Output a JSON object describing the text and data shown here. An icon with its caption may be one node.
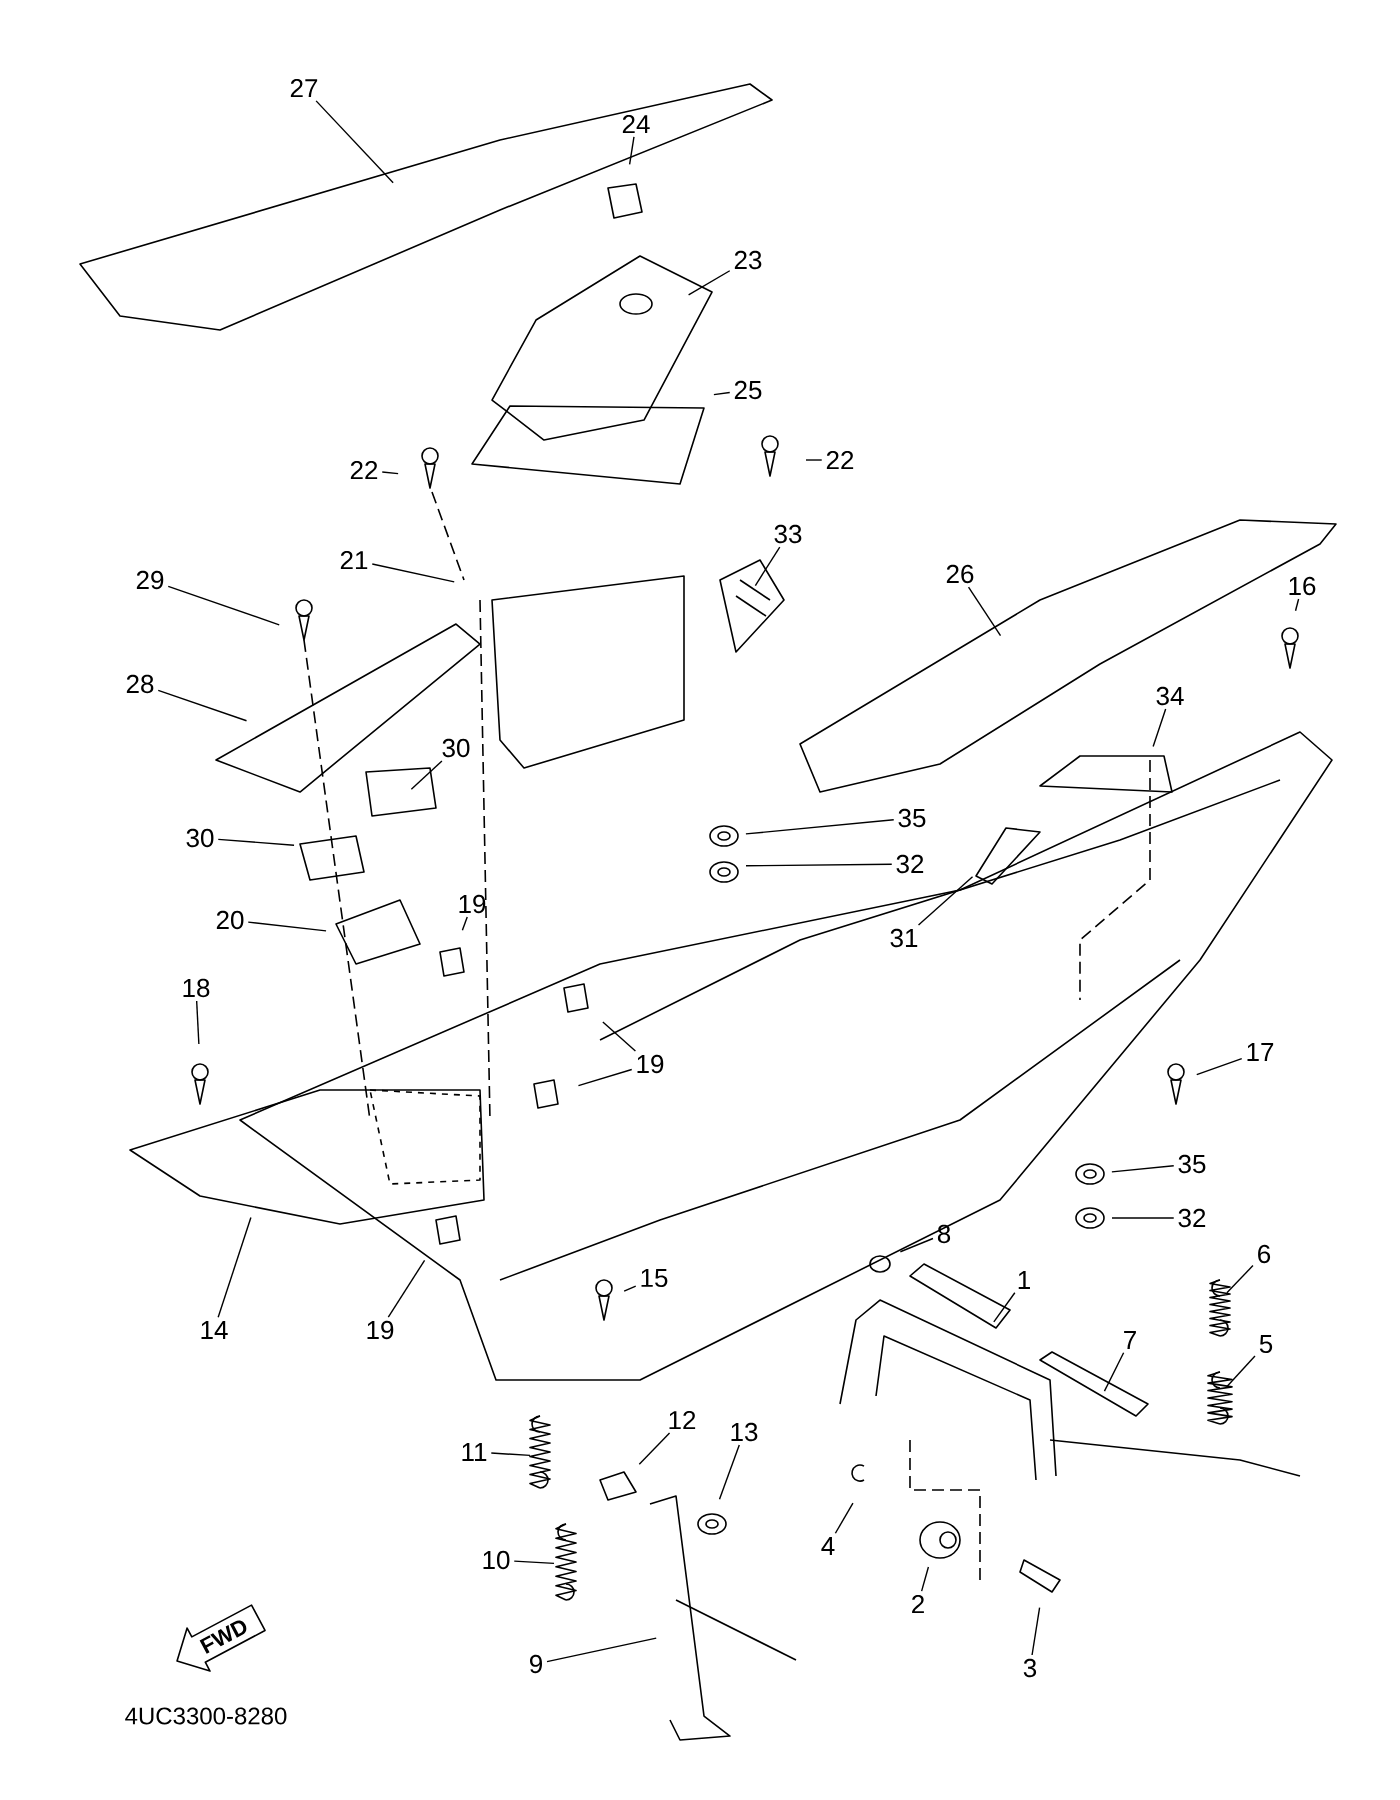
{
  "diagram": {
    "nodes": [
      {
        "text": [
          "27"
        ]
      },
      {
        "text": [
          "24"
        ]
      },
      {
        "text": [
          "23"
        ]
      },
      {
        "text": [
          "25"
        ]
      },
      {
        "text": [
          "22"
        ]
      },
      {
        "text": [
          "22"
        ]
      },
      {
        "text": [
          "21"
        ]
      },
      {
        "text": [
          "33"
        ]
      },
      {
        "text": [
          "26"
        ]
      },
      {
        "text": [
          "16"
        ]
      },
      {
        "text": [
          "29"
        ]
      },
      {
        "text": [
          "28"
        ]
      },
      {
        "text": [
          "30"
        ]
      },
      {
        "text": [
          "30"
        ]
      },
      {
        "text": [
          "35"
        ]
      },
      {
        "text": [
          "32"
        ]
      },
      {
        "text": [
          "34"
        ]
      },
      {
        "text": [
          "31"
        ]
      },
      {
        "text": [
          "20"
        ]
      },
      {
        "text": [
          "19"
        ]
      },
      {
        "text": [
          "18"
        ]
      },
      {
        "text": [
          "19"
        ]
      },
      {
        "text": [
          "17"
        ]
      },
      {
        "text": [
          "14"
        ]
      },
      {
        "text": [
          "19"
        ]
      },
      {
        "text": [
          "15"
        ]
      },
      {
        "text": [
          "8"
        ]
      },
      {
        "text": [
          "1"
        ]
      },
      {
        "text": [
          "6"
        ]
      },
      {
        "text": [
          "7"
        ]
      },
      {
        "text": [
          "5"
        ]
      },
      {
        "text": [
          "35"
        ]
      },
      {
        "text": [
          "32"
        ]
      },
      {
        "text": [
          "11"
        ]
      },
      {
        "text": [
          "12"
        ]
      },
      {
        "text": [
          "13"
        ]
      },
      {
        "text": [
          "10"
        ]
      },
      {
        "text": [
          "9"
        ]
      },
      {
        "text": [
          "4"
        ]
      },
      {
        "text": [
          "2"
        ]
      },
      {
        "text": [
          "3"
        ]
      },
      {
        "text": [
          "FWD"
        ]
      }
    ],
    "edges": [
      {
        "from": 0,
        "to": null,
        "arrow": "none"
      },
      {
        "from": 1,
        "to": null,
        "arrow": "none"
      },
      {
        "from": 2,
        "to": null,
        "arrow": "none"
      },
      {
        "from": 3,
        "to": null,
        "arrow": "none"
      },
      {
        "from": 4,
        "to": null,
        "arrow": "none"
      },
      {
        "from": 5,
        "to": null,
        "arrow": "none"
      },
      {
        "from": 6,
        "to": null,
        "arrow": "none"
      },
      {
        "from": 7,
        "to": null,
        "arrow": "none"
      },
      {
        "from": 8,
        "to": null,
        "arrow": "none"
      },
      {
        "from": 9,
        "to": null,
        "arrow": "none"
      },
      {
        "from": 10,
        "to": null,
        "arrow": "none"
      },
      {
        "from": 11,
        "to": null,
        "arrow": "none"
      },
      {
        "from": 12,
        "to": null,
        "arrow": "none"
      },
      {
        "from": 13,
        "to": null,
        "arrow": "none"
      },
      {
        "from": 14,
        "to": null,
        "arrow": "none"
      },
      {
        "from": 15,
        "to": null,
        "arrow": "none"
      },
      {
        "from": 16,
        "to": null,
        "arrow": "none"
      },
      {
        "from": 17,
        "to": null,
        "arrow": "none"
      },
      {
        "from": 18,
        "to": null,
        "arrow": "none"
      },
      {
        "from": 19,
        "to": null,
        "arrow": "none"
      },
      {
        "from": 20,
        "to": null,
        "arrow": "none"
      },
      {
        "from": 21,
        "to": null,
        "arrow": "none"
      },
      {
        "from": 21,
        "to": null,
        "arrow": "none"
      },
      {
        "from": 22,
        "to": null,
        "arrow": "none"
      },
      {
        "from": 23,
        "to": null,
        "arrow": "none"
      },
      {
        "from": 24,
        "to": null,
        "arrow": "none"
      },
      {
        "from": 25,
        "to": null,
        "arrow": "none"
      },
      {
        "from": 26,
        "to": null,
        "arrow": "none"
      },
      {
        "from": 27,
        "to": null,
        "arrow": "none"
      },
      {
        "from": 28,
        "to": null,
        "arrow": "none"
      },
      {
        "from": 29,
        "to": null,
        "arrow": "none"
      },
      {
        "from": 30,
        "to": null,
        "arrow": "none"
      },
      {
        "from": 31,
        "to": null,
        "arrow": "none"
      },
      {
        "from": 32,
        "to": null,
        "arrow": "none"
      },
      {
        "from": 33,
        "to": null,
        "arrow": "none"
      },
      {
        "from": 34,
        "to": null,
        "arrow": "none"
      },
      {
        "from": 35,
        "to": null,
        "arrow": "none"
      },
      {
        "from": 36,
        "to": null,
        "arrow": "none"
      },
      {
        "from": 37,
        "to": null,
        "arrow": "none"
      },
      {
        "from": 38,
        "to": null,
        "arrow": "none"
      },
      {
        "from": 39,
        "to": null,
        "arrow": "none"
      },
      {
        "from": 40,
        "to": null,
        "arrow": "none"
      }
    ],
    "labels": [
      "4UC3300-8280"
    ]
  }
}
